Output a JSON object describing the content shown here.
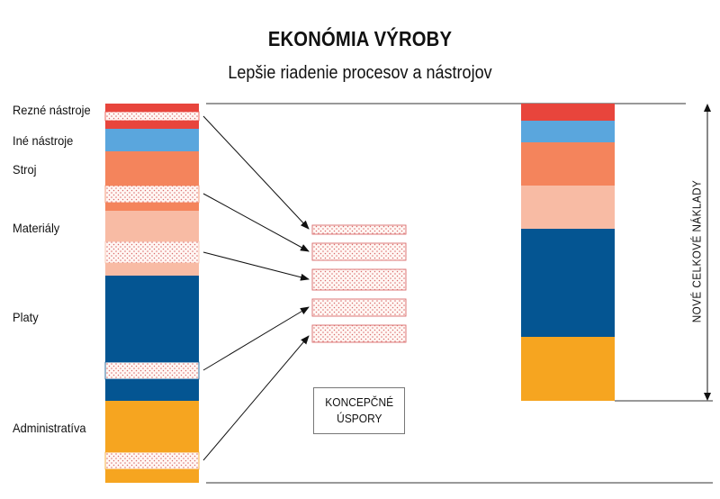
{
  "title": "EKONÓMIA VÝROBY",
  "subtitle": "Lepšie riadenie procesov a nástrojov",
  "labels": {
    "rezne": "Rezné nástroje",
    "ine": "Iné nástroje",
    "stroj": "Stroj",
    "materialy": "Materiály",
    "platy": "Platy",
    "administrativa": "Administratíva"
  },
  "concept_box": {
    "line1": "KONCEPČNÉ",
    "line2": "ÚSPORY"
  },
  "vertical_label": "NOVÉ CELKOVÉ NÁKLADY",
  "colors": {
    "rezne": "#e8453c",
    "ine": "#5aa6dd",
    "stroj": "#f4845c",
    "materialy": "#f8bba4",
    "platy": "#045592",
    "administrativa": "#f6a520",
    "savings_pattern": "#d96a6a"
  }
}
